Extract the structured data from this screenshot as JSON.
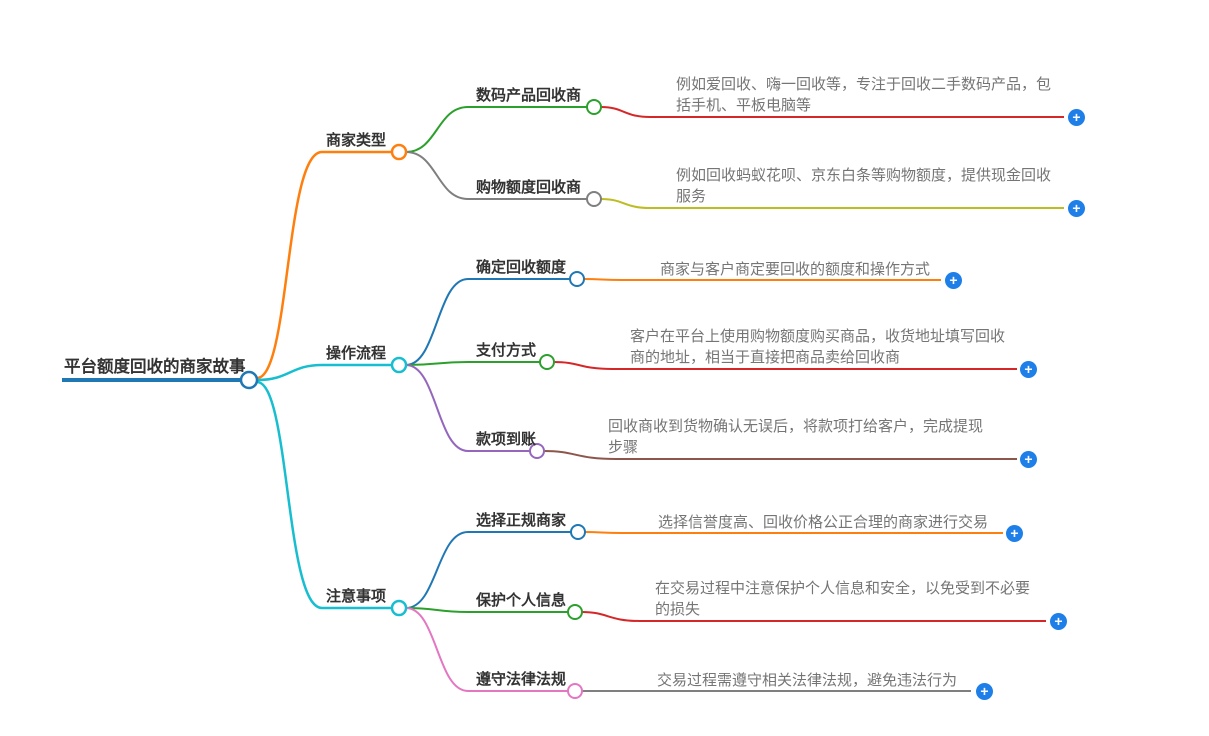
{
  "root": {
    "label": "平台额度回收的商家故事",
    "color": "#1f77b4"
  },
  "branches": [
    {
      "label": "商家类型",
      "color": "#ff7f0e",
      "children": [
        {
          "label": "数码产品回收商",
          "color": "#2ca02c",
          "desc_color": "#d62728",
          "desc": "例如爱回收、嗨一回收等，专注于回收二手数码产品，包括手机、平板电脑等"
        },
        {
          "label": "购物额度回收商",
          "color": "#7f7f7f",
          "desc_color": "#bcbd22",
          "desc": "例如回收蚂蚁花呗、京东白条等购物额度，提供现金回收服务"
        }
      ]
    },
    {
      "label": "操作流程",
      "color": "#17becf",
      "children": [
        {
          "label": "确定回收额度",
          "color": "#1f77b4",
          "desc_color": "#ff7f0e",
          "desc": "商家与客户商定要回收的额度和操作方式"
        },
        {
          "label": "支付方式",
          "color": "#2ca02c",
          "desc_color": "#d62728",
          "desc": "客户在平台上使用购物额度购买商品，收货地址填写回收商的地址，相当于直接把商品卖给回收商"
        },
        {
          "label": "款项到账",
          "color": "#9467bd",
          "desc_color": "#8c564b",
          "desc": "回收商收到货物确认无误后，将款项打给客户，完成提现步骤"
        }
      ]
    },
    {
      "label": "注意事项",
      "color": "#17becf",
      "children": [
        {
          "label": "选择正规商家",
          "color": "#1f77b4",
          "desc_color": "#ff7f0e",
          "desc": "选择信誉度高、回收价格公正合理的商家进行交易"
        },
        {
          "label": "保护个人信息",
          "color": "#2ca02c",
          "desc_color": "#d62728",
          "desc": "在交易过程中注意保护个人信息和安全，以免受到不必要的损失"
        },
        {
          "label": "遵守法律法规",
          "color": "#e377c2",
          "desc_color": "#7f7f7f",
          "desc": "交易过程需遵守相关法律法规，避免违法行为"
        }
      ]
    }
  ],
  "icons": {
    "plus": "+"
  },
  "palette": {
    "blue": "#1f77b4",
    "orange": "#ff7f0e",
    "green": "#2ca02c",
    "red": "#d62728",
    "purple": "#9467bd",
    "brown": "#8c564b",
    "pink": "#e377c2",
    "gray": "#7f7f7f",
    "olive": "#bcbd22",
    "cyan": "#17becf",
    "plus_button": "#1e7fe8",
    "node_text": "#333333",
    "desc_text": "#757575"
  }
}
